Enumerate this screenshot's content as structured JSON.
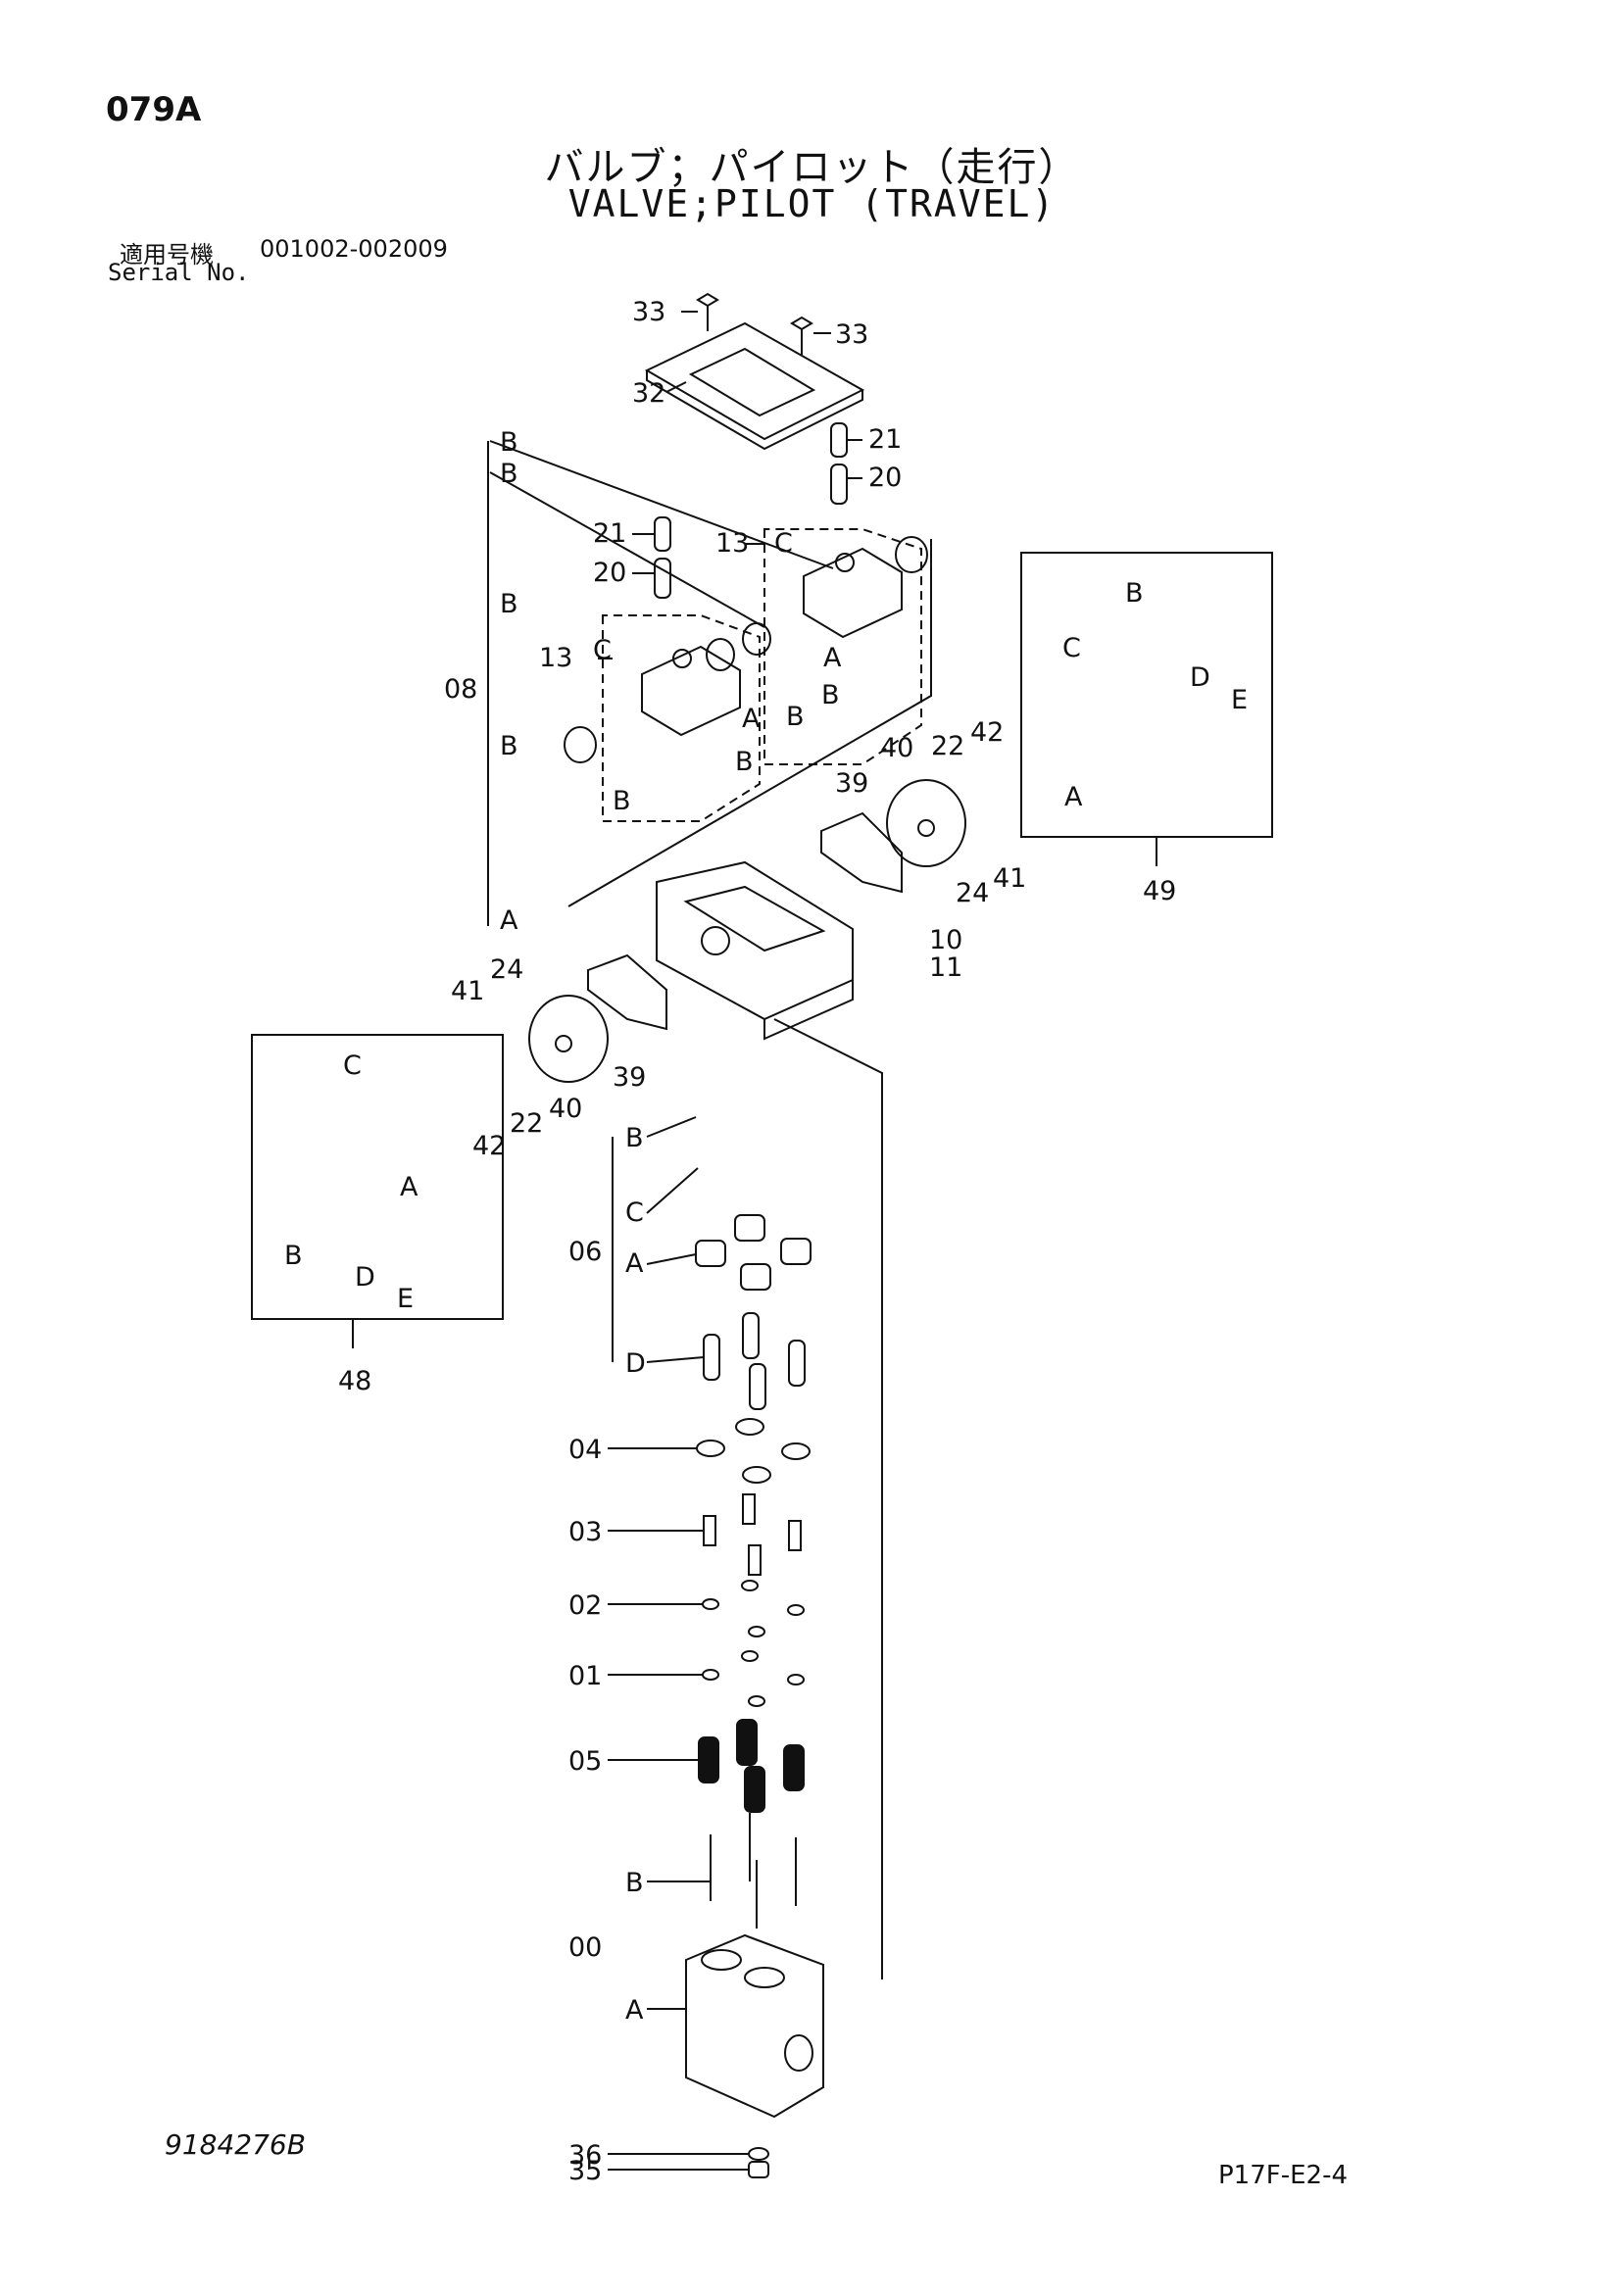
{
  "page_id": "079A",
  "title_jp": "バルブ；パイロット（走行）",
  "title_en": "VALVE;PILOT (TRAVEL)",
  "serial": {
    "label_jp": "適用号機",
    "label_en": "Serial No.",
    "range": "001002-002009"
  },
  "drawing_no": "9184276B",
  "sheet_ref": "P17F-E2-4",
  "callouts": {
    "c33a": "33",
    "c33b": "33",
    "c32": "32",
    "c21a": "21",
    "c20a": "20",
    "c21b": "21",
    "c20b": "20",
    "c13a": "13",
    "c13b": "13",
    "cB1": "B",
    "cB2": "B",
    "cB3": "B",
    "cB4": "B",
    "cA1": "A",
    "c08": "08",
    "cCa": "C",
    "cAa": "A",
    "cBa": "B",
    "cBb": "B",
    "cCb": "C",
    "cAb": "A",
    "cBc": "B",
    "cBd": "B",
    "c39a": "39",
    "c40a": "40",
    "c22a": "22",
    "c42a": "42",
    "c24a": "24",
    "c41a": "41",
    "c10": "10",
    "c11": "11",
    "c41b": "41",
    "c24b": "24",
    "c40b": "40",
    "c39b": "39",
    "c42b": "42",
    "c22b": "22",
    "c49": "49",
    "c49B": "B",
    "c49C": "C",
    "c49D": "D",
    "c49E": "E",
    "c49A": "A",
    "c48": "48",
    "c48C": "C",
    "c48A": "A",
    "c48B": "B",
    "c48D": "D",
    "c48E": "E",
    "c06": "06",
    "c06B": "B",
    "c06C": "C",
    "c06A": "A",
    "c06D": "D",
    "c04": "04",
    "c03": "03",
    "c02": "02",
    "c01": "01",
    "c05": "05",
    "c00": "00",
    "c00B": "B",
    "c00A": "A",
    "c36": "36",
    "c35": "35"
  }
}
